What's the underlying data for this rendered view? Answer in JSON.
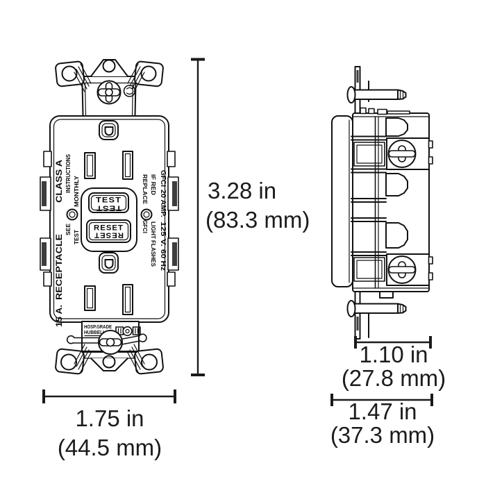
{
  "front_view": {
    "left_column": {
      "rating": "15 A.",
      "type": "RECEPTACLE",
      "class": "CLASS A"
    },
    "test_instructions": {
      "see": "SEE",
      "instructions": "INSTRUCTIONS",
      "test": "TEST",
      "monthly": "MONTHLY"
    },
    "replace_warning": {
      "replace": "REPLACE",
      "if_red": "IF RED",
      "gfci": "GFCI",
      "light": "LIGHT",
      "flashes": "FLASHES"
    },
    "right_column": {
      "line1": "GFCI",
      "line2": "20 AMP.",
      "line3": "125 V.",
      "line4": "60 Hz"
    },
    "test_button_label": "TEST",
    "reset_button_label": "RESET",
    "bottom_plate": {
      "line1": "HOSP.GRADE",
      "line2": "HUBBELL"
    }
  },
  "dimensions": {
    "height": {
      "inches": "3.28 in",
      "metric": "(83.3 mm)"
    },
    "width": {
      "inches": "1.75 in",
      "metric": "(44.5 mm)"
    },
    "depth_body": {
      "inches": "1.10 in",
      "metric": "(27.8 mm)"
    },
    "depth_overall": {
      "inches": "1.47 in",
      "metric": "(37.3 mm)"
    }
  }
}
